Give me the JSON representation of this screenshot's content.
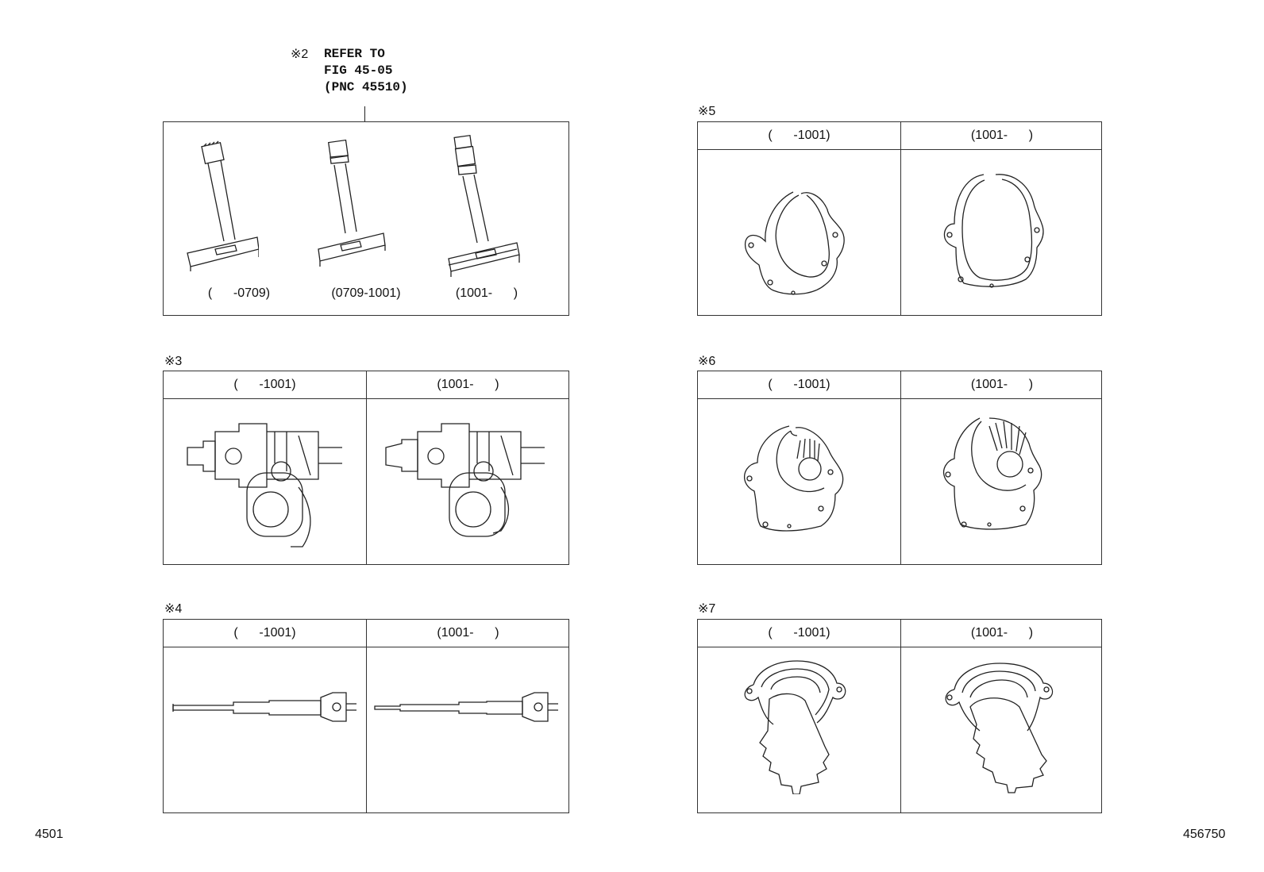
{
  "ref_note": {
    "mark": "※2",
    "line1": "REFER TO",
    "line2": "FIG 45-05",
    "line3": "(PNC 45510)"
  },
  "panel2": {
    "captions": [
      "(      -0709)",
      "(0709-1001)",
      "(1001-      )"
    ],
    "drawings": [
      "steering-shaft-a-drawing",
      "steering-shaft-b-drawing",
      "steering-shaft-c-drawing"
    ]
  },
  "panel3": {
    "label": "※3",
    "headers": [
      "(      -1001)",
      "(1001-      )"
    ],
    "drawings": [
      "column-motor-assembly-a-drawing",
      "column-motor-assembly-b-drawing"
    ]
  },
  "panel4": {
    "label": "※4",
    "headers": [
      "(      -1001)",
      "(1001-      )"
    ],
    "drawings": [
      "intermediate-shaft-a-drawing",
      "intermediate-shaft-b-drawing"
    ]
  },
  "panel5": {
    "label": "※5",
    "headers": [
      "(      -1001)",
      "(1001-      )"
    ],
    "drawings": [
      "gasket-ring-a-drawing",
      "gasket-ring-b-drawing"
    ]
  },
  "panel6": {
    "label": "※6",
    "headers": [
      "(      -1001)",
      "(1001-      )"
    ],
    "drawings": [
      "cover-plate-a-drawing",
      "cover-plate-b-drawing"
    ]
  },
  "panel7": {
    "label": "※7",
    "headers": [
      "(      -1001)",
      "(1001-      )"
    ],
    "drawings": [
      "boot-seal-a-drawing",
      "boot-seal-b-drawing"
    ]
  },
  "footer": {
    "left": "4501",
    "right": "456750"
  }
}
